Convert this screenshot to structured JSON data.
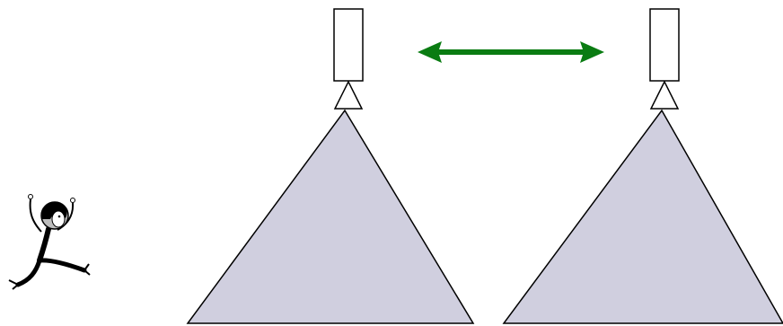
{
  "colors": {
    "background": "#ffffff",
    "stroke": "#000000",
    "tree_fill": "#d0cfdf",
    "node_fill": "#ffffff",
    "arrow": "#0a7c12",
    "figure_face": "#bdbdbd",
    "figure_body": "#000000"
  },
  "elements": {
    "left_structure": {
      "icon": "beam-emitter",
      "parts": [
        "emitter-rectangle",
        "nozzle-triangle",
        "cone-triangle"
      ]
    },
    "right_structure": {
      "icon": "beam-emitter",
      "parts": [
        "emitter-rectangle",
        "nozzle-triangle",
        "cone-triangle"
      ]
    },
    "swap_arrow": {
      "icon": "double-headed-arrow",
      "direction": "horizontal"
    },
    "running_figure": {
      "icon": "running-person"
    }
  }
}
